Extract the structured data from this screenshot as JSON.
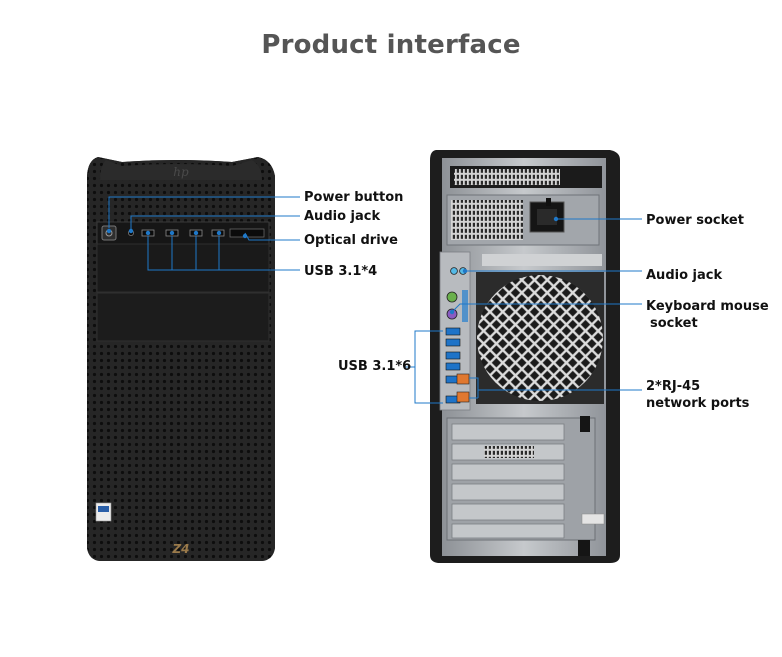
{
  "header": {
    "title": "Product interface"
  },
  "colors": {
    "callout_line": "#1f78c8",
    "chassis": "#262626",
    "metal": "#a9adb1",
    "usb_port": "#1e73c8",
    "audio_port": "#55b9e6",
    "ps2_keyboard": "#8a5bc1",
    "ps2_mouse": "#6ab04c",
    "rj45_port": "#e07830"
  },
  "front_panel": {
    "labels": {
      "power_button": "Power button",
      "audio_jack": "Audio jack",
      "optical_drive": "Optical drive",
      "usb": "USB 3.1*4"
    },
    "model_badge": "Z4",
    "brand_logo": "hp"
  },
  "rear_panel": {
    "labels": {
      "power_socket": "Power socket",
      "audio_jack": "Audio jack",
      "keyboard_mouse_line1": "Keyboard mouse",
      "keyboard_mouse_line2": "socket",
      "usb": "USB 3.1*6",
      "rj45_line1": "2*RJ-45",
      "rj45_line2": "network ports"
    }
  }
}
